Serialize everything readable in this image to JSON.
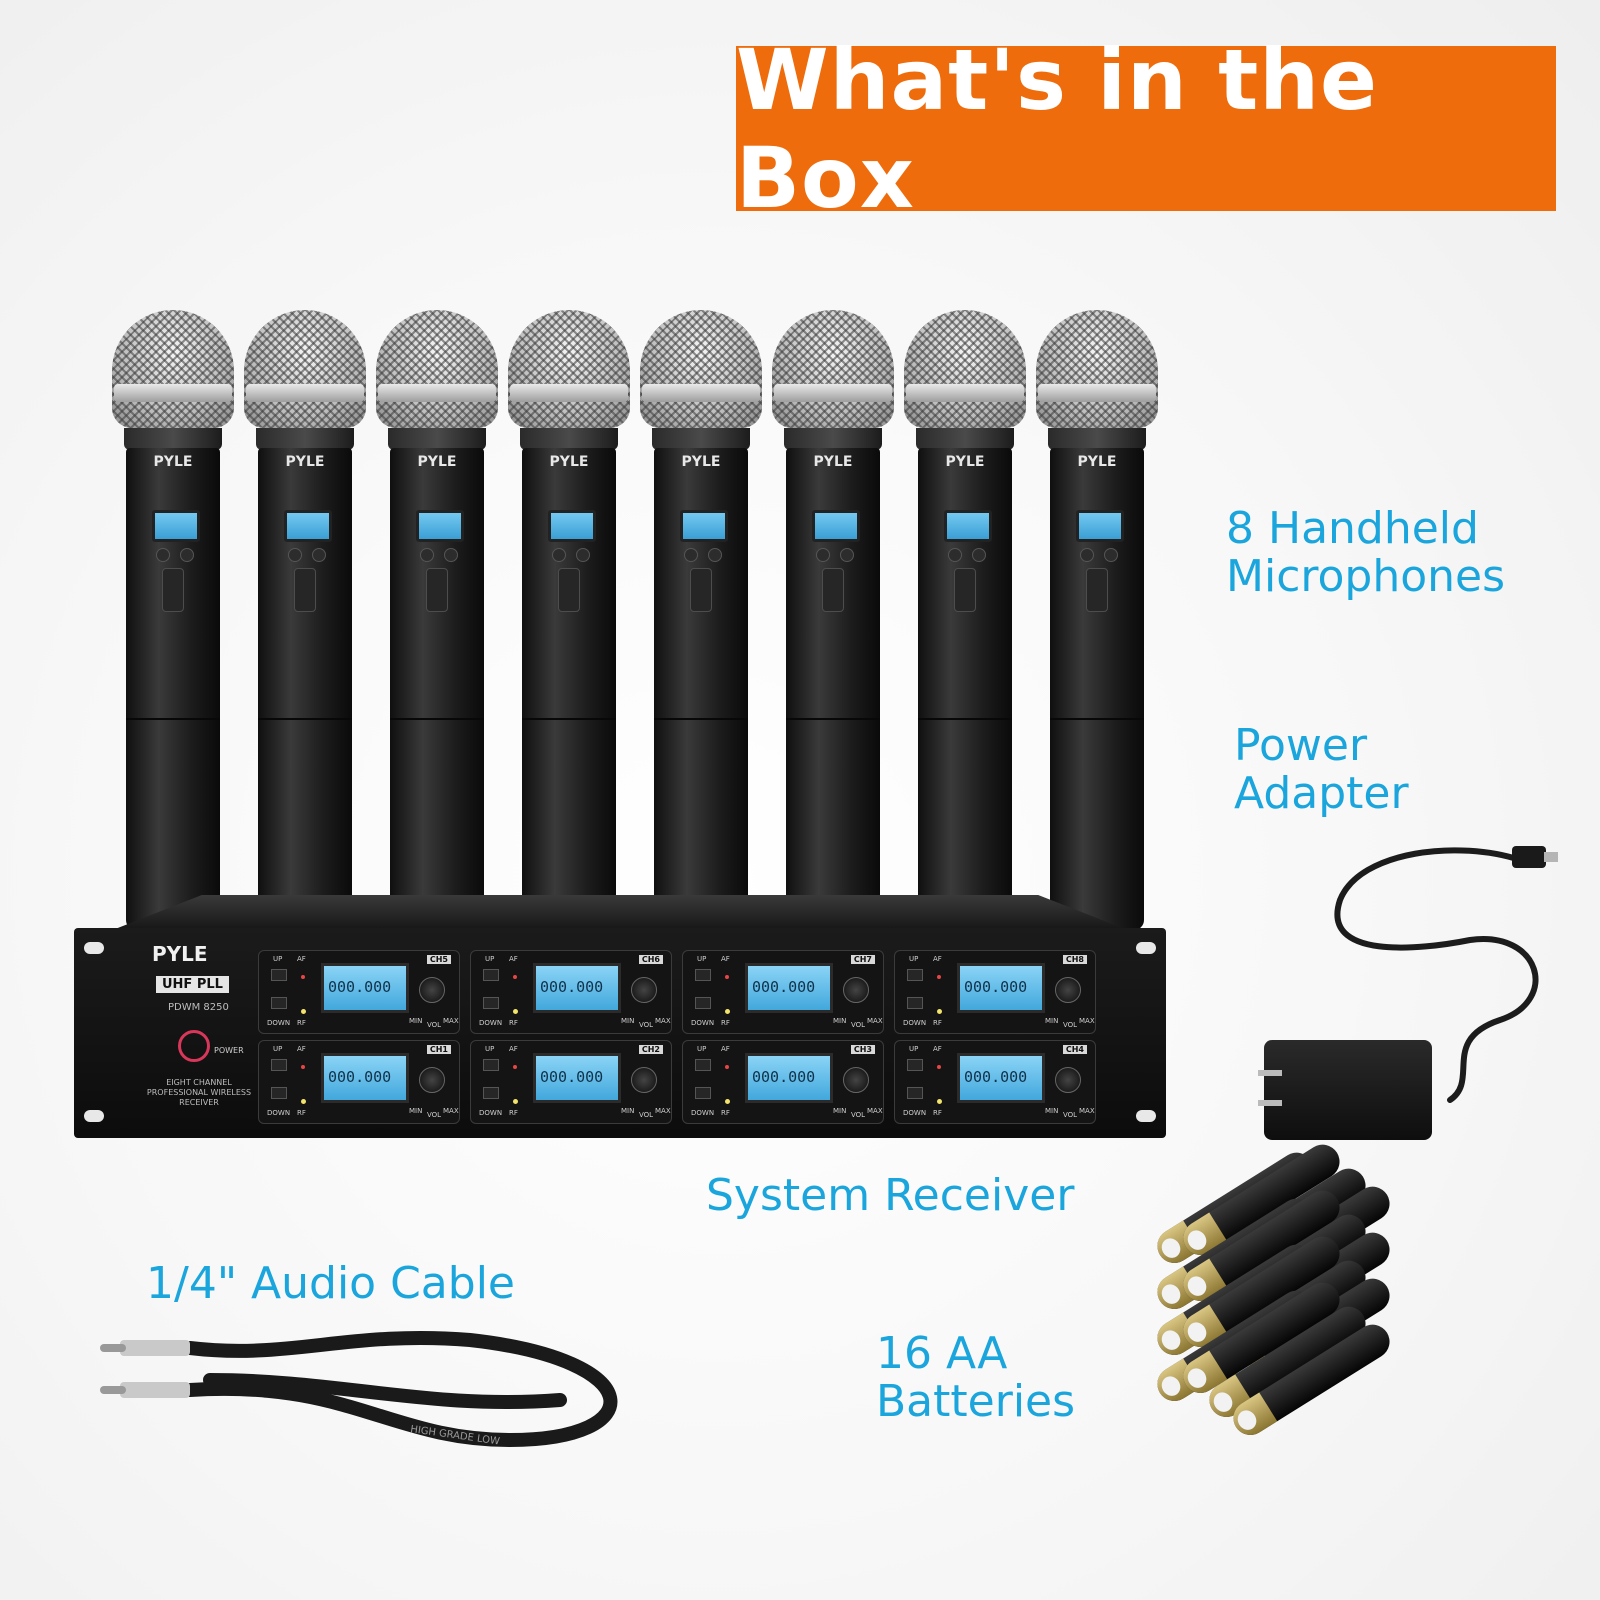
{
  "title": "What's in the Box",
  "labels": {
    "microphones_line1": "8 Handheld",
    "microphones_line2": "Microphones",
    "power_line1": "Power",
    "power_line2": "Adapter",
    "receiver": "System Receiver",
    "cable": "1/4\" Audio Cable",
    "batteries_line1": "16 AA",
    "batteries_line2": "Batteries"
  },
  "mic_brand": "PYLE",
  "receiver": {
    "brand": "PYLE",
    "badge": "UHF PLL",
    "model": "PDWM 8250",
    "power_label": "POWER",
    "description": "EIGHT CHANNEL PROFESSIONAL WIRELESS RECEIVER",
    "channels_top": [
      "CH5",
      "CH6",
      "CH7",
      "CH8"
    ],
    "channels_bottom": [
      "CH1",
      "CH2",
      "CH3",
      "CH4"
    ],
    "lcd_value": "000.000",
    "control_labels": {
      "up": "UP",
      "down": "DOWN",
      "af": "AF",
      "rf": "RF",
      "min": "MIN",
      "vol": "VOL",
      "max": "MAX"
    }
  },
  "cable_print": "HIGH GRADE LOW",
  "colors": {
    "banner": "#ef6c0c",
    "label": "#1aa5dd"
  }
}
